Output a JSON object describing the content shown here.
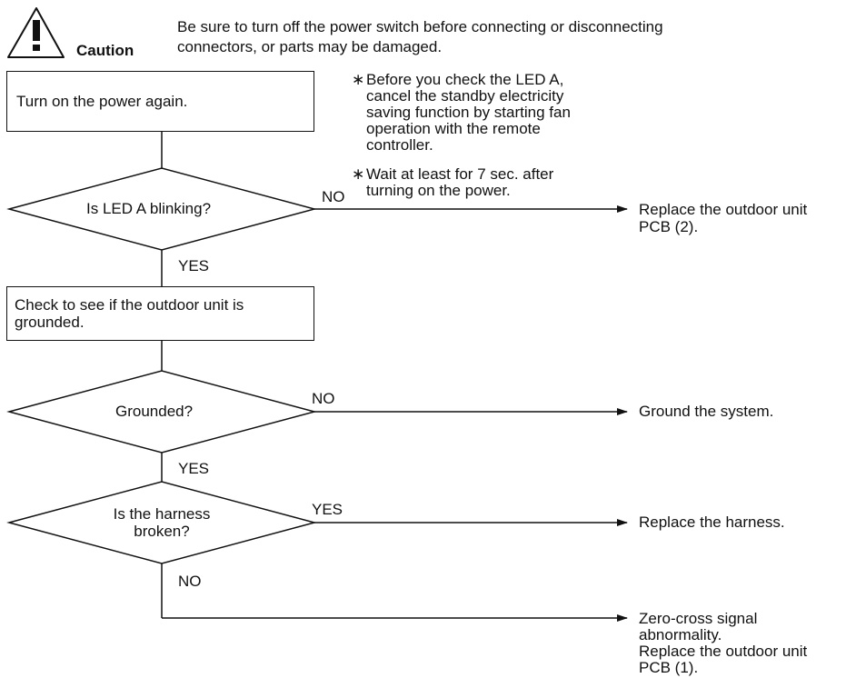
{
  "caution": {
    "label": "Caution",
    "icon": "warning-triangle-icon",
    "text_line1": "Be sure to turn off the power switch before connecting or disconnecting",
    "text_line2": "connectors, or parts may be damaged."
  },
  "notes": {
    "note1_lines": [
      "Before you check the LED A,",
      "cancel the standby electricity",
      "saving function by starting fan",
      "operation with the remote",
      "controller."
    ],
    "note2_lines": [
      "Wait at least for 7 sec. after",
      "turning on the power."
    ],
    "bullet": "∗"
  },
  "steps": {
    "turn_on_power": "Turn on the power again.",
    "check_grounded_line1": "Check to see if the outdoor unit is",
    "check_grounded_line2": "grounded."
  },
  "decisions": {
    "led_blinking": "Is LED A blinking?",
    "grounded": "Grounded?",
    "harness_line1": "Is the harness",
    "harness_line2": "broken?"
  },
  "branch_labels": {
    "led_no": "NO",
    "led_yes": "YES",
    "grounded_no": "NO",
    "grounded_yes": "YES",
    "harness_yes": "YES",
    "harness_no": "NO"
  },
  "outcomes": {
    "replace_pcb2_line1": "Replace the outdoor unit",
    "replace_pcb2_line2": "PCB (2).",
    "ground_system": "Ground the system.",
    "replace_harness": "Replace the harness.",
    "zero_cross_line1": "Zero-cross signal",
    "zero_cross_line2": "abnormality.",
    "zero_cross_line3": "Replace the outdoor unit",
    "zero_cross_line4": "PCB (1)."
  }
}
